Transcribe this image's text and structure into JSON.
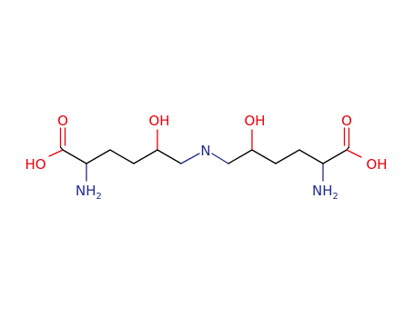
{
  "molecule": {
    "atoms": {
      "o_carbonyl_left": "O",
      "hydroxyl_acid_left": "HO",
      "amine_left": "NH",
      "amine_left_sub": "2",
      "hydroxyl_left": "OH",
      "amine_bridge": "N",
      "hydroxyl_right": "OH",
      "o_carbonyl_right": "O",
      "hydroxyl_acid_right": "OH",
      "amine_right": "NH",
      "amine_right_sub": "2"
    },
    "colors": {
      "carbon_bond": "#000000",
      "oxygen": "#e8000b",
      "nitrogen": "#1f2a8c"
    }
  }
}
